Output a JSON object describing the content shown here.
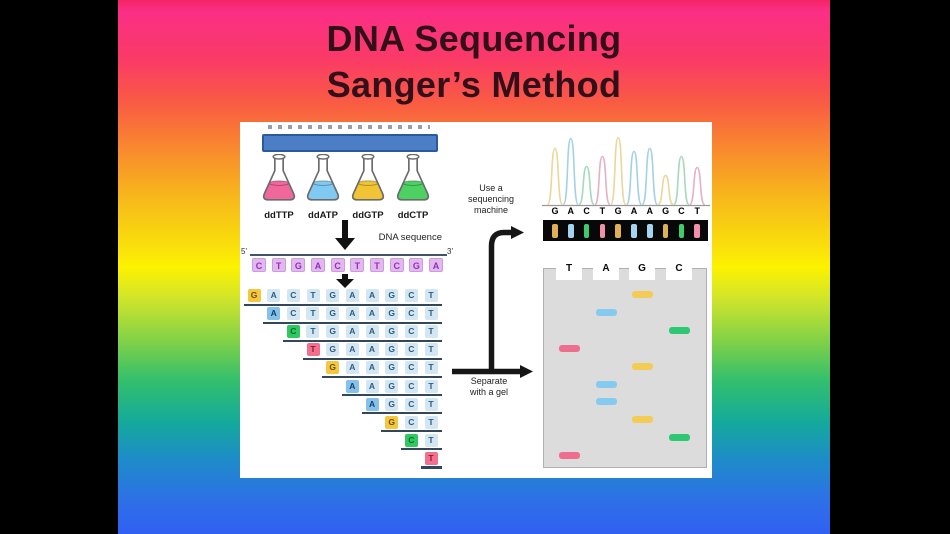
{
  "title": {
    "line1": "DNA Sequencing",
    "line2": "Sanger’s Method"
  },
  "colors": {
    "base": {
      "G": "#f4c73f",
      "A": "#85c2eb",
      "C": "#2fc95f",
      "T": "#f2708e"
    },
    "base_text": {
      "G": "#6b4e00",
      "A": "#123f66",
      "C": "#006633",
      "T": "#8c1838"
    },
    "peak": {
      "G": "#e9d79b",
      "A": "#a3d2e4",
      "C": "#a6d9bd",
      "T": "#e5b1c3"
    },
    "band": {
      "G": "#dfb055",
      "A": "#a5d4ee",
      "C": "#41c96e",
      "T": "#f190ab"
    },
    "gel_band": {
      "G": "#f2cc55",
      "A": "#85cbf0",
      "C": "#2ec873",
      "T": "#ee6e8e"
    }
  },
  "reagents": {
    "flasks": [
      {
        "label": "ddTTP",
        "color": "#f0679b"
      },
      {
        "label": "ddATP",
        "color": "#7fc9f2"
      },
      {
        "label": "ddGTP",
        "color": "#f2c433"
      },
      {
        "label": "ddCTP",
        "color": "#4ed163"
      }
    ]
  },
  "dna_sequence": {
    "label": "DNA sequence",
    "five_prime": "5'",
    "three_prime": "3'",
    "bases": [
      "C",
      "T",
      "G",
      "A",
      "C",
      "T",
      "T",
      "C",
      "G",
      "A"
    ]
  },
  "fragments": [
    [
      "G",
      "A",
      "C",
      "T",
      "G",
      "A",
      "A",
      "G",
      "C",
      "T"
    ],
    [
      "A",
      "C",
      "T",
      "G",
      "A",
      "A",
      "G",
      "C",
      "T"
    ],
    [
      "C",
      "T",
      "G",
      "A",
      "A",
      "G",
      "C",
      "T"
    ],
    [
      "T",
      "G",
      "A",
      "A",
      "G",
      "C",
      "T"
    ],
    [
      "G",
      "A",
      "A",
      "G",
      "C",
      "T"
    ],
    [
      "A",
      "A",
      "G",
      "C",
      "T"
    ],
    [
      "A",
      "G",
      "C",
      "T"
    ],
    [
      "G",
      "C",
      "T"
    ],
    [
      "C",
      "T"
    ],
    [
      "T"
    ]
  ],
  "flow": {
    "sequencer_label": "Use a\nsequencing\nmachine",
    "gel_label": "Separate\nwith a gel"
  },
  "machine_output": {
    "sequence": [
      "G",
      "A",
      "C",
      "T",
      "G",
      "A",
      "A",
      "G",
      "C",
      "T"
    ],
    "peak_heights": [
      56,
      66,
      38,
      48,
      67,
      53,
      56,
      29,
      48,
      37
    ]
  },
  "gel": {
    "lane_labels": [
      "T",
      "A",
      "G",
      "C"
    ],
    "band_sequence": [
      "G",
      "A",
      "C",
      "T",
      "G",
      "A",
      "A",
      "G",
      "C",
      "T"
    ]
  }
}
